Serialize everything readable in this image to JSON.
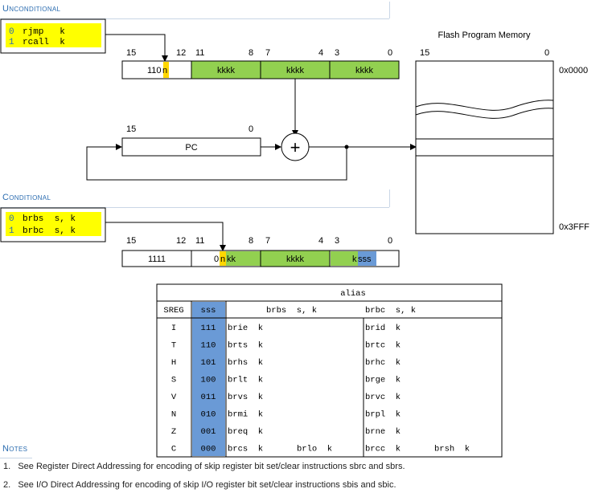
{
  "colors": {
    "green": "#92d050",
    "blue": "#6a9ad6",
    "yellow": "#ffff00",
    "highlight_bit": "#ffd700",
    "section_text": "#2b6cb0"
  },
  "unconditional": {
    "heading": "Unconditional",
    "lines": [
      {
        "bit": "0",
        "text": "rjmp   k"
      },
      {
        "bit": "1",
        "text": "rcall  k"
      }
    ],
    "bit_labels": [
      "15",
      "12",
      "11",
      "8",
      "7",
      "4",
      "3",
      "0"
    ],
    "fields": [
      "110",
      "n",
      "kkkk",
      "kkkk",
      "kkkk"
    ]
  },
  "pc": {
    "label": "PC",
    "bit_high": "15",
    "bit_low": "0",
    "adder_symbol": "+"
  },
  "flash": {
    "title": "Flash Program Memory",
    "bit_high": "15",
    "bit_low": "0",
    "addr_start": "0x0000",
    "addr_end": "0x3FFF"
  },
  "conditional": {
    "heading": "Conditional",
    "lines": [
      {
        "bit": "0",
        "text": "brbs  s, k"
      },
      {
        "bit": "1",
        "text": "brbc  s, k"
      }
    ],
    "bit_labels": [
      "15",
      "12",
      "11",
      "8",
      "7",
      "4",
      "3",
      "0"
    ],
    "fields": [
      "1111",
      "0",
      "n",
      "kk",
      "kkkk",
      "k",
      "sss"
    ]
  },
  "table": {
    "title": "alias",
    "headers": [
      "SREG",
      "sss",
      "brbs  s, k",
      "brbc  s, k"
    ],
    "rows": [
      {
        "sreg": "I",
        "sss": "111",
        "brbs": "brie  k",
        "brbs2": "",
        "brbc": "brid  k",
        "brbc2": ""
      },
      {
        "sreg": "T",
        "sss": "110",
        "brbs": "brts  k",
        "brbs2": "",
        "brbc": "brtc  k",
        "brbc2": ""
      },
      {
        "sreg": "H",
        "sss": "101",
        "brbs": "brhs  k",
        "brbs2": "",
        "brbc": "brhc  k",
        "brbc2": ""
      },
      {
        "sreg": "S",
        "sss": "100",
        "brbs": "brlt  k",
        "brbs2": "",
        "brbc": "brge  k",
        "brbc2": ""
      },
      {
        "sreg": "V",
        "sss": "011",
        "brbs": "brvs  k",
        "brbs2": "",
        "brbc": "brvc  k",
        "brbc2": ""
      },
      {
        "sreg": "N",
        "sss": "010",
        "brbs": "brmi  k",
        "brbs2": "",
        "brbc": "brpl  k",
        "brbc2": ""
      },
      {
        "sreg": "Z",
        "sss": "001",
        "brbs": "breq  k",
        "brbs2": "",
        "brbc": "brne  k",
        "brbc2": ""
      },
      {
        "sreg": "C",
        "sss": "000",
        "brbs": "brcs  k",
        "brbs2": "brlo  k",
        "brbc": "brcc  k",
        "brbc2": "brsh  k"
      }
    ]
  },
  "notes": {
    "heading": "Notes",
    "items": [
      "1.   See Register Direct Addressing for encoding of skip register bit set/clear instructions sbrc and sbrs.",
      "2.   See I/O Direct Addressing for encoding of skip I/O register bit set/clear instructions sbis and sbic."
    ]
  }
}
